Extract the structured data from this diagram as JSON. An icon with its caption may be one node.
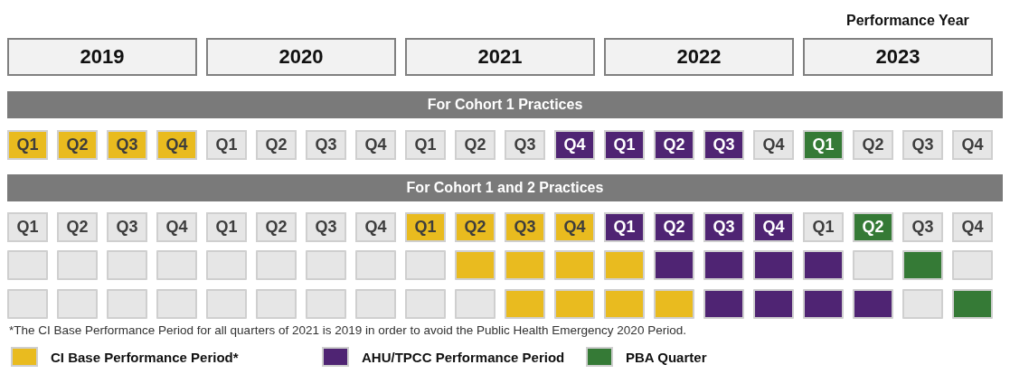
{
  "diagram": {
    "nodes": [
      {
        "text": [
          "2019"
        ]
      },
      {
        "text": [
          "2020"
        ]
      },
      {
        "text": [
          "2021"
        ]
      },
      {
        "text": [
          "2022"
        ]
      },
      {
        "text": [
          "2023"
        ]
      },
      {
        "text": [
          "For Cohort 1 Practices"
        ]
      },
      {
        "text": [
          "Q1"
        ]
      },
      {
        "text": [
          "Q2"
        ]
      },
      {
        "text": [
          "Q3"
        ]
      },
      {
        "text": [
          "Q4"
        ]
      },
      {
        "text": [
          "Q1"
        ]
      },
      {
        "text": [
          "Q2"
        ]
      },
      {
        "text": [
          "Q3"
        ]
      },
      {
        "text": [
          "Q4"
        ]
      },
      {
        "text": [
          "Q1"
        ]
      },
      {
        "text": [
          "Q2"
        ]
      },
      {
        "text": [
          "Q3"
        ]
      },
      {
        "text": [
          "Q4"
        ]
      },
      {
        "text": [
          "Q1"
        ]
      },
      {
        "text": [
          "Q2"
        ]
      },
      {
        "text": [
          "Q3"
        ]
      },
      {
        "text": [
          "Q4"
        ]
      },
      {
        "text": [
          "Q1"
        ]
      },
      {
        "text": [
          "Q2"
        ]
      },
      {
        "text": [
          "Q3"
        ]
      },
      {
        "text": [
          "Q4"
        ]
      },
      {
        "text": [
          "For Cohort 1 and 2 Practices"
        ]
      },
      {
        "text": [
          "Q1"
        ]
      },
      {
        "text": [
          "Q2"
        ]
      },
      {
        "text": [
          "Q3"
        ]
      },
      {
        "text": [
          "Q4"
        ]
      },
      {
        "text": [
          "Q1"
        ]
      },
      {
        "text": [
          "Q2"
        ]
      },
      {
        "text": [
          "Q3"
        ]
      },
      {
        "text": [
          "Q4"
        ]
      },
      {
        "text": [
          "Q1"
        ]
      },
      {
        "text": [
          "Q2"
        ]
      },
      {
        "text": [
          "Q3"
        ]
      },
      {
        "text": [
          "Q4"
        ]
      },
      {
        "text": [
          "Q1"
        ]
      },
      {
        "text": [
          "Q2"
        ]
      },
      {
        "text": [
          "Q3"
        ]
      },
      {
        "text": [
          "Q4"
        ]
      },
      {
        "text": [
          "Q1"
        ]
      },
      {
        "text": [
          "Q2"
        ]
      },
      {
        "text": [
          "Q3"
        ]
      },
      {
        "text": [
          "Q4"
        ]
      },
      {
        "text": [],
        "shape": "box"
      },
      {
        "text": [],
        "shape": "box"
      },
      {
        "text": [],
        "shape": "box"
      },
      {
        "text": [],
        "shape": "box"
      },
      {
        "text": [],
        "shape": "box"
      },
      {
        "text": [],
        "shape": "box"
      },
      {
        "text": [],
        "shape": "box"
      },
      {
        "text": [],
        "shape": "box"
      },
      {
        "text": [],
        "shape": "box"
      },
      {
        "text": [],
        "shape": "box"
      },
      {
        "text": [],
        "shape": "box"
      },
      {
        "text": [],
        "shape": "box"
      },
      {
        "text": [],
        "shape": "box"
      },
      {
        "text": [],
        "shape": "box"
      },
      {
        "text": [],
        "shape": "box"
      },
      {
        "text": [],
        "shape": "box"
      },
      {
        "text": [],
        "shape": "box"
      },
      {
        "text": [],
        "shape": "box"
      },
      {
        "text": [],
        "shape": "box"
      },
      {
        "text": [],
        "shape": "box"
      },
      {
        "text": [],
        "shape": "box"
      },
      {
        "text": [],
        "shape": "box"
      },
      {
        "text": [],
        "shape": "box"
      },
      {
        "text": [],
        "shape": "box"
      },
      {
        "text": [],
        "shape": "box"
      },
      {
        "text": [],
        "shape": "box"
      },
      {
        "text": [],
        "shape": "box"
      },
      {
        "text": [],
        "shape": "box"
      },
      {
        "text": [],
        "shape": "box"
      },
      {
        "text": [],
        "shape": "box"
      },
      {
        "text": [],
        "shape": "box"
      },
      {
        "text": [],
        "shape": "box"
      },
      {
        "text": [],
        "shape": "box"
      },
      {
        "text": [],
        "shape": "box"
      },
      {
        "text": [],
        "shape": "box"
      },
      {
        "text": [],
        "shape": "box"
      },
      {
        "text": [],
        "shape": "box"
      },
      {
        "text": [],
        "shape": "box"
      },
      {
        "text": [],
        "shape": "box"
      },
      {
        "text": [],
        "shape": "box"
      }
    ],
    "labels": [
      "Performance Year",
      "*The CI Base Performance Period for all quarters of 2021 is 2019 in order to avoid the Public Health Emergency 2020 Period."
    ],
    "legend": [
      {
        "text": "CI Base Performance Period*",
        "color": "#e9bb1f"
      },
      {
        "text": "AHU/TPCC Performance Period",
        "color": "#4f2473"
      },
      {
        "text": "PBA Quarter",
        "color": "#357a36"
      }
    ]
  }
}
